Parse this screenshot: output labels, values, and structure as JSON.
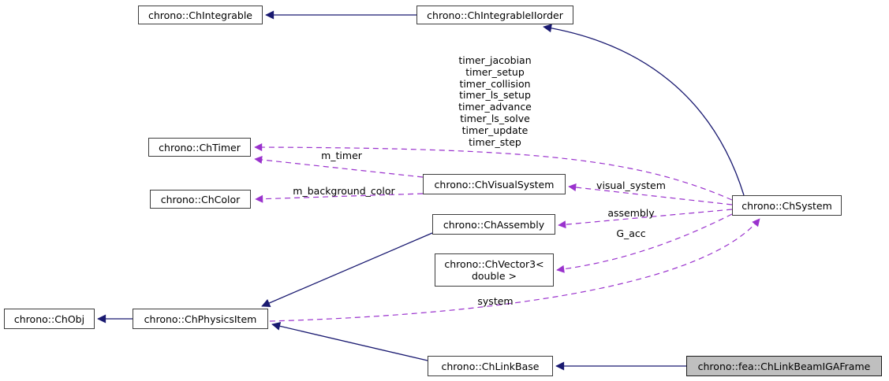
{
  "diagram": {
    "kind": "class collaboration graph",
    "colors": {
      "inheritance_edge": "#191970",
      "usage_edge": "#9a32cd",
      "node_fill": "#ffffff",
      "node_border": "#3d3d3d",
      "highlight_node_fill": "#bfbfbf",
      "text": "#000000",
      "background": "#ffffff"
    },
    "nodes": {
      "integrable": {
        "label": "chrono::ChIntegrable"
      },
      "integrable_iiorder": {
        "label": "chrono::ChIntegrableIIorder"
      },
      "timer": {
        "label": "chrono::ChTimer"
      },
      "color": {
        "label": "chrono::ChColor"
      },
      "visual_system": {
        "label": "chrono::ChVisualSystem"
      },
      "assembly": {
        "label": "chrono::ChAssembly"
      },
      "vector3": {
        "label_line1": "chrono::ChVector3<",
        "label_line2": "double >"
      },
      "system": {
        "label": "chrono::ChSystem"
      },
      "obj": {
        "label": "chrono::ChObj"
      },
      "physics_item": {
        "label": "chrono::ChPhysicsItem"
      },
      "link_base": {
        "label": "chrono::ChLinkBase"
      },
      "link_beam_iga_frame": {
        "label": "chrono::fea::ChLinkBeamIGAFrame"
      }
    },
    "edge_labels": {
      "timer_members": [
        "timer_jacobian",
        "timer_setup",
        "timer_collision",
        "timer_ls_setup",
        "timer_advance",
        "timer_ls_solve",
        "timer_update",
        "timer_step"
      ],
      "m_timer": "m_timer",
      "m_background_color": "m_background_color",
      "visual_system": "visual_system",
      "assembly": "assembly",
      "g_acc": "G_acc",
      "system": "system"
    }
  }
}
